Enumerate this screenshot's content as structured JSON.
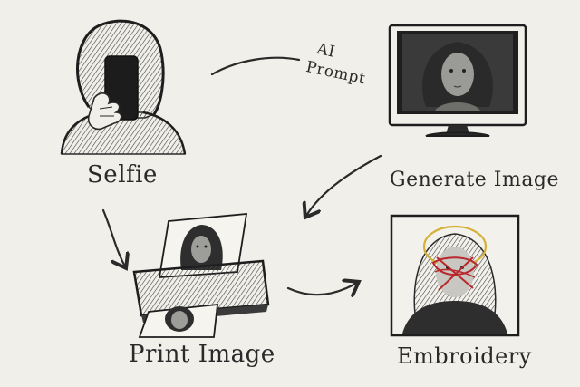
{
  "nodes": {
    "selfie": "Selfie",
    "generate": "Generate Image",
    "print": "Print Image",
    "embroidery": "Embroidery"
  },
  "edges": {
    "ai": "AI",
    "prompt": "Prompt"
  },
  "colors": {
    "background": "#f1efe9",
    "ink": "#2a2a2a",
    "embroidery_red": "#b8282c",
    "halo_gold": "#d4b23a"
  }
}
